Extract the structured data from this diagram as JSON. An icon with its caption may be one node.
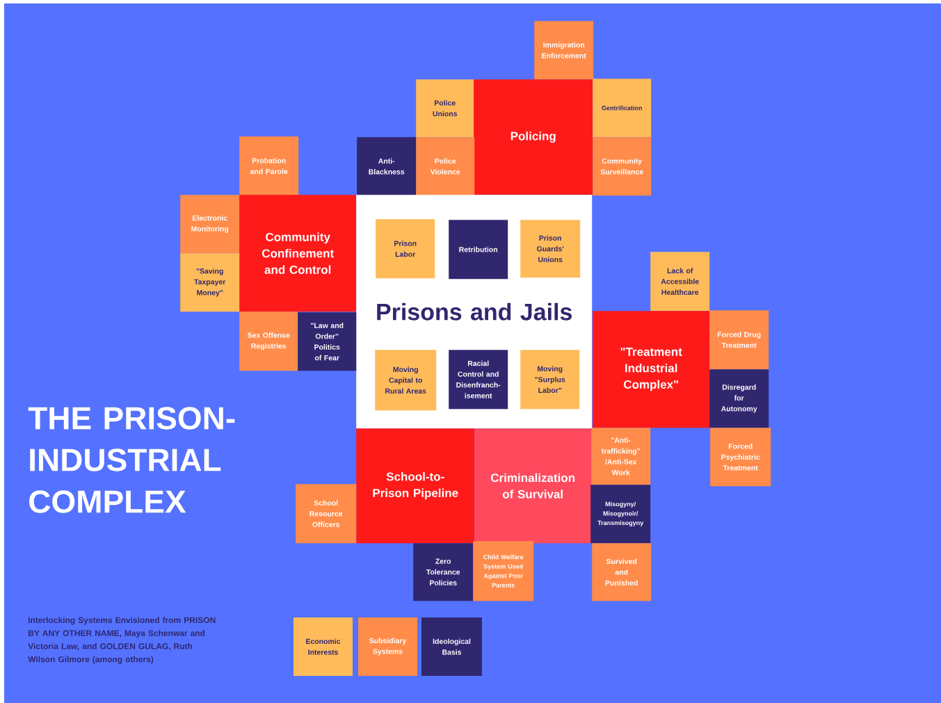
{
  "diagram": {
    "title": "THE PRISON-INDUSTRIAL COMPLEX",
    "caption": "Interlocking Systems Envisioned from PRISON BY ANY OTHER NAME, Maya Schenwar and Victoria Law, and GOLDEN GULAG, Ruth Wilson Gilmore (among others)",
    "nodes": [
      {
        "text": [
          "Immigration Enforcement"
        ]
      },
      {
        "text": [
          "Police Unions"
        ]
      },
      {
        "text": [
          "Policing"
        ]
      },
      {
        "text": [
          "Gentrification"
        ]
      },
      {
        "text": [
          "Probation and Parole"
        ]
      },
      {
        "text": [
          "Anti-Blackness"
        ]
      },
      {
        "text": [
          "Police Violence"
        ]
      },
      {
        "text": [
          "Community Surveillance"
        ]
      },
      {
        "text": [
          "Electronic Monitoring"
        ]
      },
      {
        "text": [
          "Community Confinement and Control"
        ]
      },
      {
        "text": [
          "Prisons and Jails"
        ]
      },
      {
        "text": [
          "Prison Labor"
        ],
        "in": 10
      },
      {
        "text": [
          "Retribution"
        ],
        "in": 10
      },
      {
        "text": [
          "Prison Guards' Unions"
        ],
        "in": 10
      },
      {
        "text": [
          "\"Saving Taxpayer Money\""
        ]
      },
      {
        "text": [
          "Lack of Accessible Healthcare"
        ]
      },
      {
        "text": [
          "Sex Offense Registries"
        ]
      },
      {
        "text": [
          "\"Law and Order\" Politics of Fear"
        ]
      },
      {
        "text": [
          "\"Treatment Industrial Complex\""
        ]
      },
      {
        "text": [
          "Forced Drug Treatment"
        ]
      },
      {
        "text": [
          "Moving Capital to Rural Areas"
        ],
        "in": 10
      },
      {
        "text": [
          "Racial Control and Disenfranch-isement"
        ],
        "in": 10
      },
      {
        "text": [
          "Moving \"Surplus Labor\""
        ],
        "in": 10
      },
      {
        "text": [
          "Disregard for Autonomy"
        ]
      },
      {
        "text": [
          "School-to-Prison Pipeline"
        ]
      },
      {
        "text": [
          "Criminalization of Survival"
        ]
      },
      {
        "text": [
          "\"Anti-trafficking\" /Anti-Sex Work"
        ]
      },
      {
        "text": [
          "Forced Psychiatric Treatment"
        ]
      },
      {
        "text": [
          "Misogyny/ Misogynoir/ Transmisogyny"
        ]
      },
      {
        "text": [
          "School Resource Officers"
        ]
      },
      {
        "text": [
          "Zero Tolerance Policies"
        ]
      },
      {
        "text": [
          "Child Welfare System Used Against Poor Parents"
        ]
      },
      {
        "text": [
          "Survived and Punished"
        ]
      }
    ],
    "legend": [
      {
        "text": "Economic Interests",
        "color": "#ffbb5a"
      },
      {
        "text": "Subsidiary Systems",
        "color": "#ff8c4a"
      },
      {
        "text": "Ideological Basis",
        "color": "#30276f"
      }
    ]
  }
}
